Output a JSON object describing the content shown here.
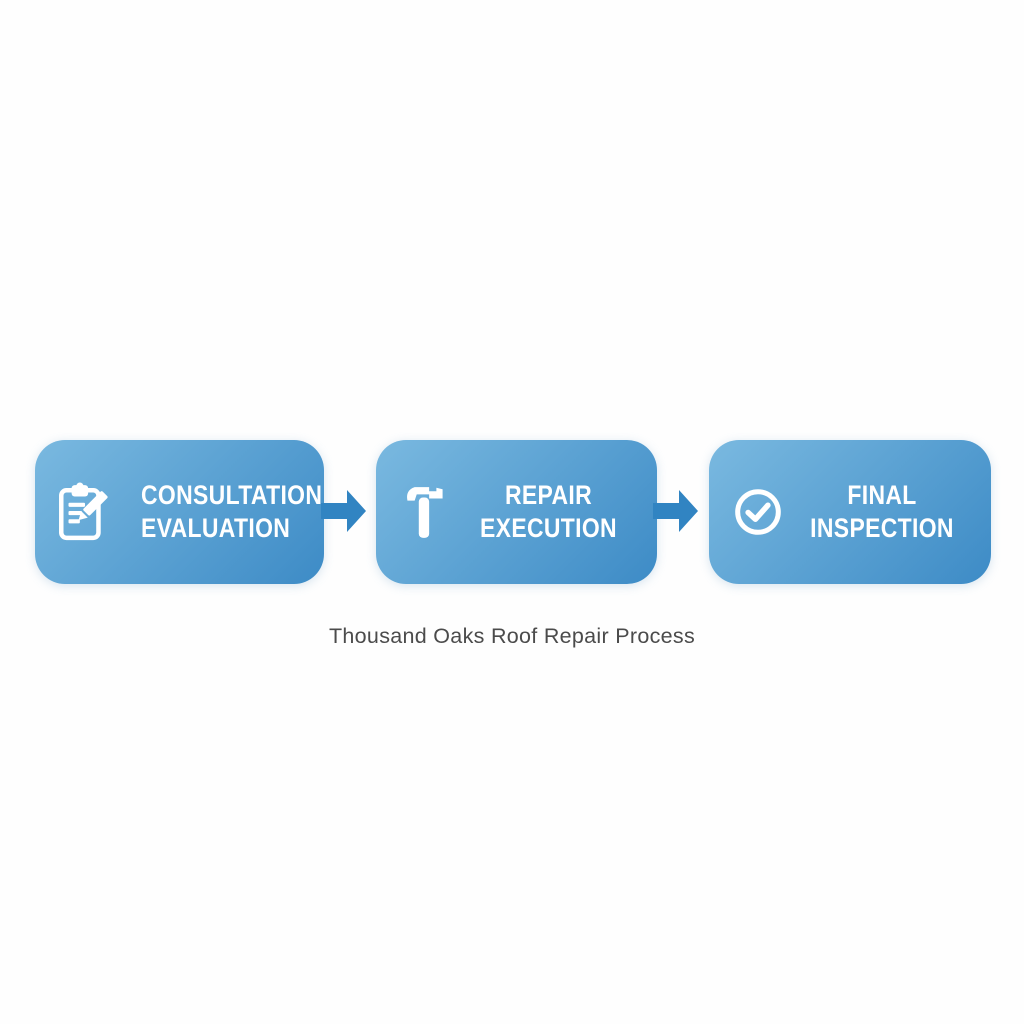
{
  "caption": "Thousand Oaks Roof Repair Process",
  "colors": {
    "box_gradient_start": "#7ab9e0",
    "box_gradient_end": "#3d8bc6",
    "arrow": "#3184c2",
    "label_color": "#ffffff",
    "caption_color": "#4b4b4b"
  },
  "steps": [
    {
      "line1": "CONSULTATION",
      "line2": "EVALUATION",
      "icon": "clipboard-pencil-icon"
    },
    {
      "line1": "REPAIR",
      "line2": "EXECUTION",
      "icon": "hammer-icon"
    },
    {
      "line1": "FINAL",
      "line2": "INSPECTION",
      "icon": "check-circle-icon"
    }
  ]
}
